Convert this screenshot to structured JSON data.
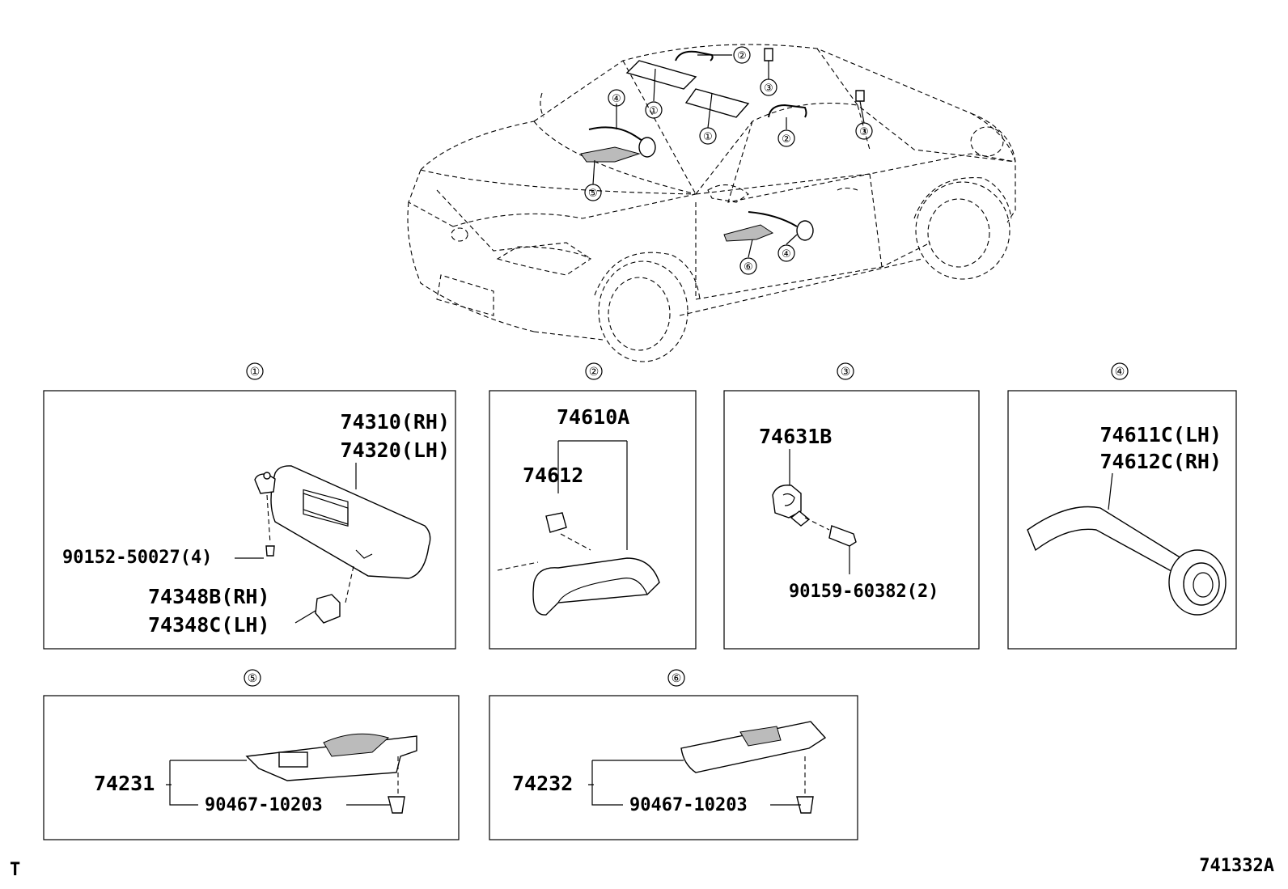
{
  "callouts": [
    "①",
    "②",
    "③",
    "④",
    "⑤",
    "⑥"
  ],
  "panels": {
    "p1": {
      "number": "①",
      "visor_rh": "74310(RH)",
      "visor_lh": "74320(LH)",
      "screw": "90152-50027(4)",
      "holder_rh": "74348B(RH)",
      "holder_lh": "74348C(LH)"
    },
    "p2": {
      "number": "②",
      "grip_assy": "74610A",
      "cover": "74612"
    },
    "p3": {
      "number": "③",
      "hook": "74631B",
      "bolt": "90159-60382(2)"
    },
    "p4": {
      "number": "④",
      "pull_lh": "74611C(LH)",
      "pull_rh": "74612C(RH)"
    },
    "p5": {
      "number": "⑤",
      "base": "74231",
      "clip": "90467-10203"
    },
    "p6": {
      "number": "⑥",
      "base": "74232",
      "clip": "90467-10203"
    }
  },
  "footer": {
    "left_mark": "T",
    "diagram_code": "741332A"
  }
}
